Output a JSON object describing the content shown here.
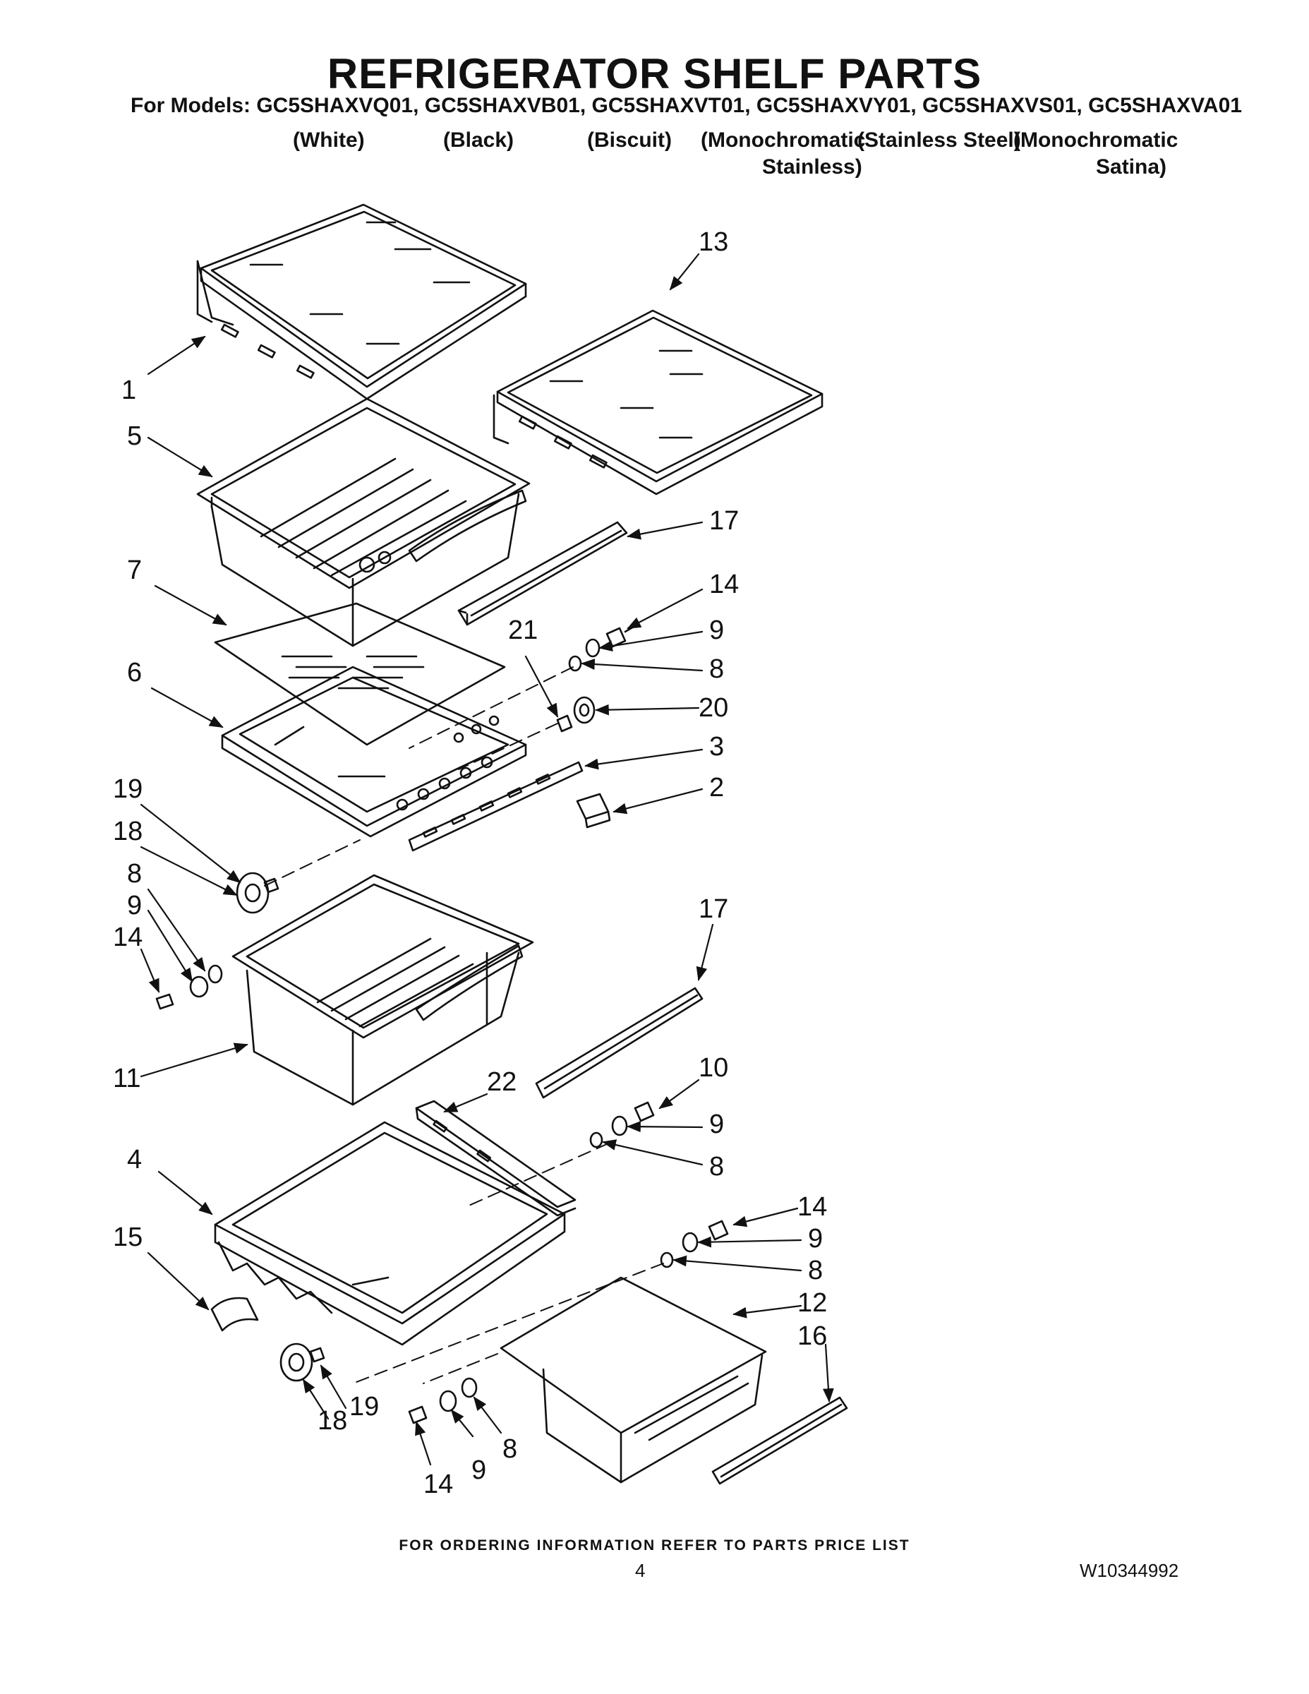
{
  "header": {
    "title": "REFRIGERATOR SHELF PARTS",
    "models_line": "For Models: GC5SHAXVQ01, GC5SHAXVB01, GC5SHAXVT01, GC5SHAXVY01, GC5SHAXVS01, GC5SHAXVA01",
    "variants": [
      "(White)",
      "(Black)",
      "(Biscuit)",
      "(Monochromatic",
      "(Stainless Steel)",
      "(Monochromatic"
    ],
    "variants_line2": [
      "Stainless)",
      "Satina)"
    ]
  },
  "callouts": [
    "1",
    "13",
    "5",
    "17",
    "14",
    "9",
    "7",
    "21",
    "8",
    "6",
    "20",
    "3",
    "19",
    "2",
    "18",
    "8",
    "9",
    "14",
    "17",
    "11",
    "22",
    "10",
    "9",
    "8",
    "4",
    "14",
    "15",
    "9",
    "8",
    "12",
    "16",
    "19",
    "18",
    "8",
    "9",
    "14"
  ],
  "footer": {
    "ordering_info": "FOR ORDERING INFORMATION REFER TO PARTS PRICE LIST",
    "page_number": "4",
    "document_number": "W10344992"
  }
}
